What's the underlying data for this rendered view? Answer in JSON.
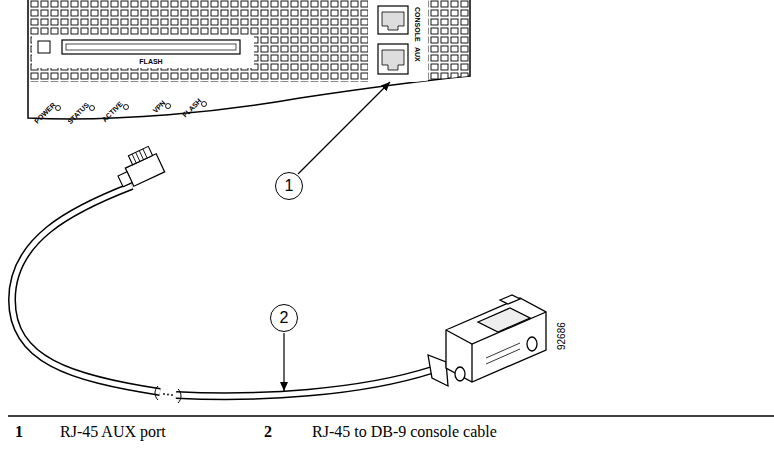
{
  "diagram": {
    "nodes": [
      {
        "text": [
          "1"
        ]
      },
      {
        "text": [
          "2"
        ]
      }
    ],
    "labels": [
      "FLASH",
      "CONSOLE",
      "AUX",
      "POWER",
      "STATUS",
      "ACTIVE",
      "VPN",
      "FLASH",
      "92686",
      "1",
      "RJ-45 AUX port",
      "2",
      "RJ-45 to DB-9 console cable"
    ]
  }
}
